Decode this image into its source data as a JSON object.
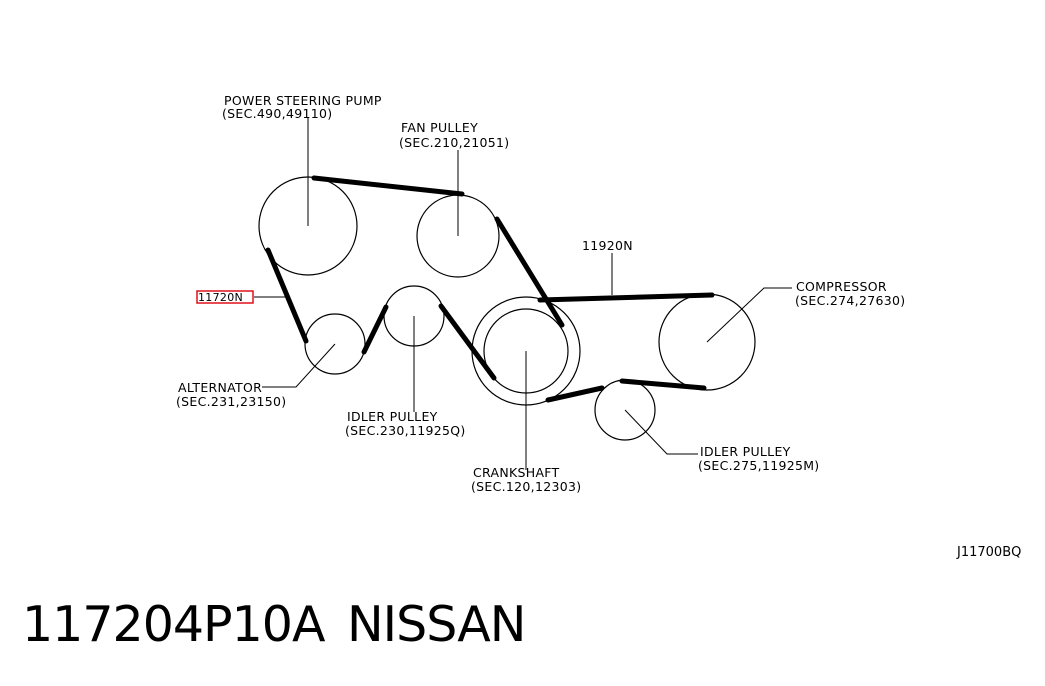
{
  "diagram": {
    "labels": {
      "power_steering_pump": {
        "name": "POWER STEERING PUMP",
        "ref": "(SEC.490,49110)"
      },
      "fan_pulley": {
        "name": "FAN PULLEY",
        "ref": "(SEC.210,21051)"
      },
      "belt_main": "11920N",
      "compressor": {
        "name": "COMPRESSOR",
        "ref": "(SEC.274,27630)"
      },
      "belt_highlighted": "11720N",
      "alternator": {
        "name": "ALTERNATOR",
        "ref": "(SEC.231,23150)"
      },
      "idler_pulley_1": {
        "name": "IDLER PULLEY",
        "ref": "(SEC.230,11925Q)"
      },
      "crankshaft": {
        "name": "CRANKSHAFT",
        "ref": "(SEC.120,12303)"
      },
      "idler_pulley_2": {
        "name": "IDLER PULLEY",
        "ref": "(SEC.275,11925M)"
      }
    },
    "figure_code": "J11700BQ",
    "highlight_color": "#e0101a"
  },
  "footer": {
    "part_number": "117204P10A",
    "brand": "NISSAN"
  }
}
